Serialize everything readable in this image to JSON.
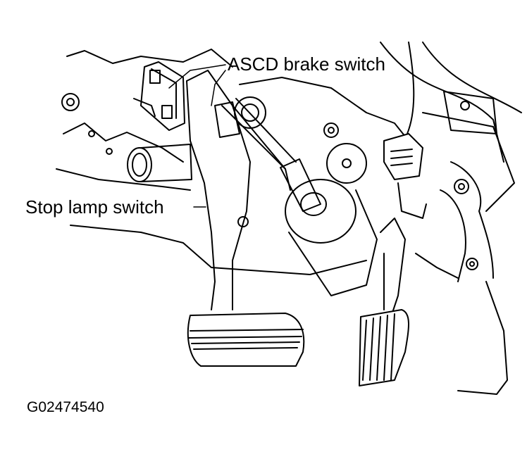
{
  "diagram": {
    "labels": {
      "ascd_brake_switch": "ASCD brake switch",
      "stop_lamp_switch": "Stop lamp switch"
    },
    "figure_code": "G02474540",
    "colors": {
      "line": "#000000",
      "background": "#ffffff"
    }
  }
}
